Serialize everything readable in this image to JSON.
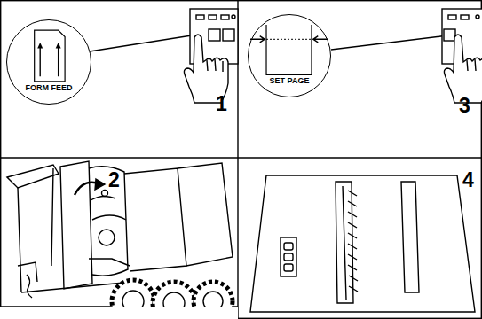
{
  "diagram": {
    "nodes": [
      {
        "text": [
          "FORM FEED"
        ]
      },
      {
        "text": [
          "SET PAGE"
        ]
      }
    ],
    "labels": [
      "1",
      "3",
      "2",
      "4"
    ]
  }
}
